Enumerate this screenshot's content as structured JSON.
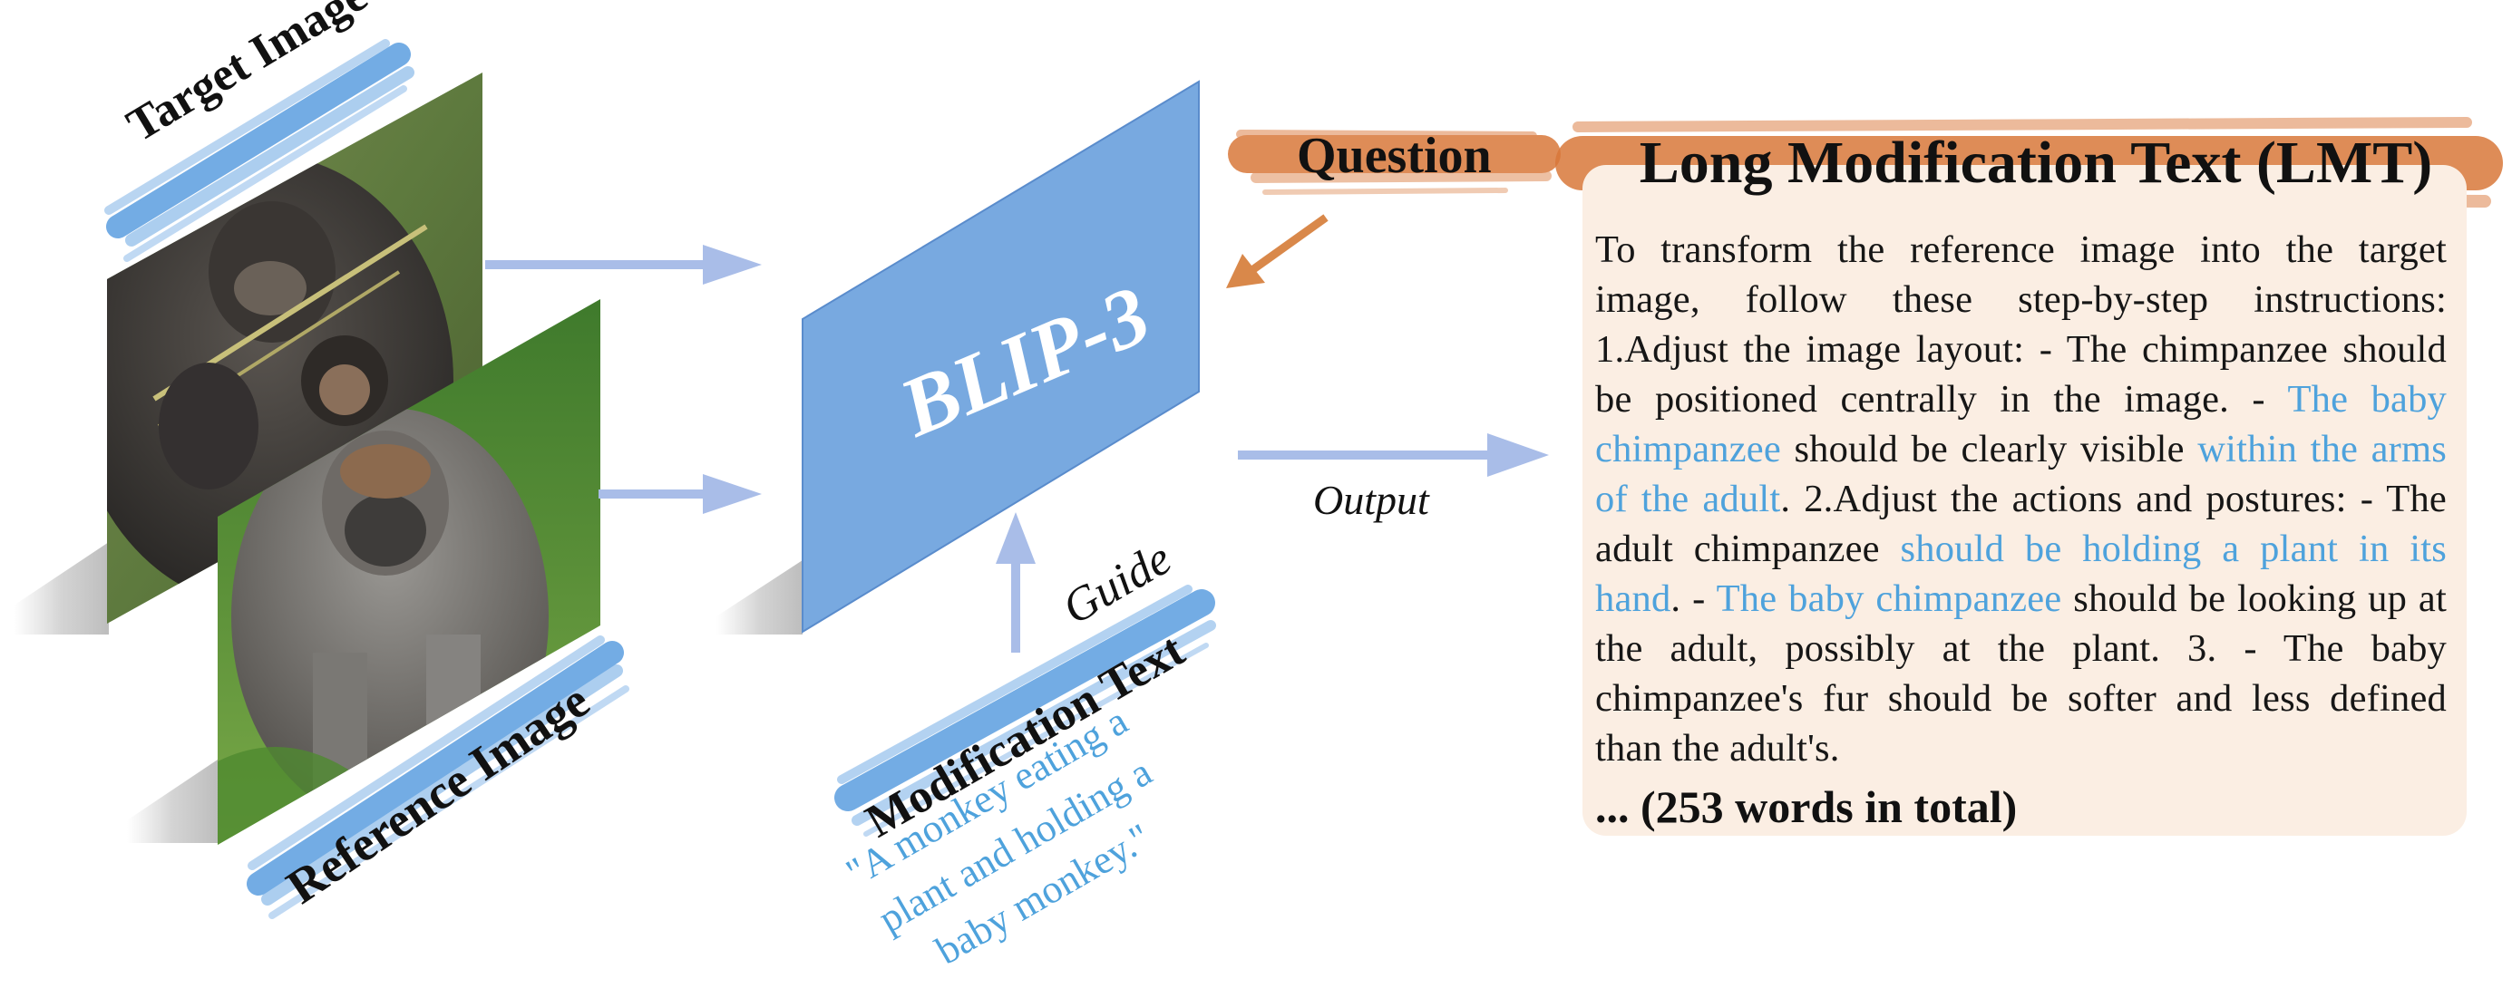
{
  "labels": {
    "target_image": "Target Image",
    "reference_image": "Reference Image",
    "model": "BLIP-3",
    "question": "Question",
    "output": "Output",
    "guide": "Guide",
    "modification_text": "Modification Text"
  },
  "modification_quote": [
    "\"A monkey eating a",
    "plant and holding a",
    "baby monkey.\""
  ],
  "lmt": {
    "title": "Long Modification Text (LMT)",
    "segments": [
      {
        "text": "To transform the reference image into the target image, follow these step-by-step instructions: 1.Adjust the image layout: - The chimpanzee should be positioned centrally in the image. - ",
        "highlight": false
      },
      {
        "text": "The baby chimpanzee",
        "highlight": true
      },
      {
        "text": " should be clearly visible ",
        "highlight": false
      },
      {
        "text": "within the arms of the adult",
        "highlight": true
      },
      {
        "text": ".  2.Adjust the actions and postures: - The adult chimpanzee ",
        "highlight": false
      },
      {
        "text": "should be holding a plant in its hand",
        "highlight": true
      },
      {
        "text": ". - ",
        "highlight": false
      },
      {
        "text": "The baby chimpanzee",
        "highlight": true
      },
      {
        "text": " should be looking up at the adult, possibly at the plant. 3. - The baby chimpanzee's fur should be softer and less defined than the adult's.",
        "highlight": false
      }
    ],
    "total": "... (253 words in total)"
  },
  "colors": {
    "model_box": "#78a9e0",
    "arrow_blue": "#a9bde8",
    "arrow_orange": "#d9884a",
    "brush_blue": "#5b9ee0",
    "brush_orange": "#d9783a",
    "panel_bg": "#fbeee3",
    "highlight_text": "#4ea2dc"
  },
  "icons": [
    "chimpanzee-photo",
    "gorilla-photo"
  ]
}
